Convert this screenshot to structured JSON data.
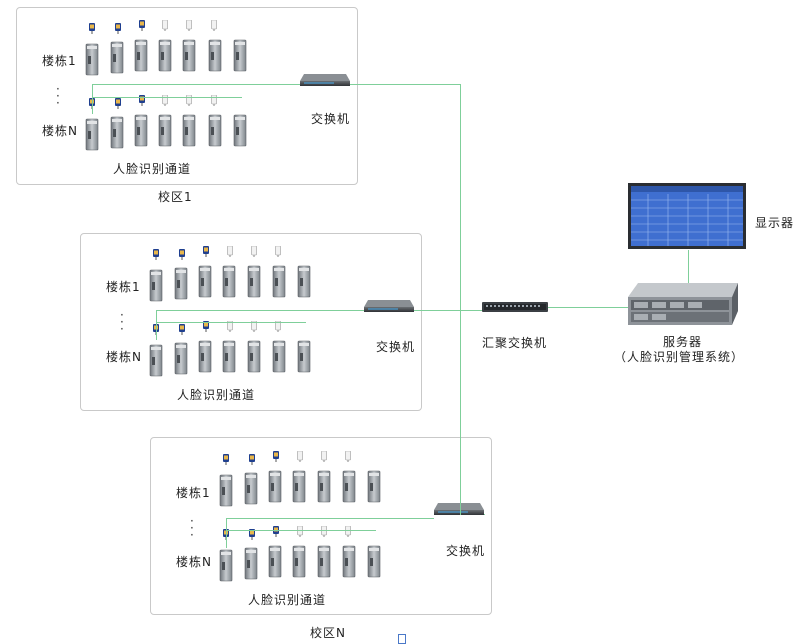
{
  "campuses": [
    {
      "building_first": "楼栋1",
      "building_last": "楼栋N",
      "dots": "· · ·",
      "switch_label": "交换机",
      "channel_label": "人脸识别通道",
      "campus_label": "校区1"
    },
    {
      "building_first": "楼栋1",
      "building_last": "楼栋N",
      "dots": "· · ·",
      "switch_label": "交换机",
      "channel_label": "人脸识别通道",
      "campus_label": ""
    },
    {
      "building_first": "楼栋1",
      "building_last": "楼栋N",
      "dots": "· · ·",
      "switch_label": "交换机",
      "channel_label": "人脸识别通道",
      "campus_label": "校区N"
    }
  ],
  "core_switch_label": "汇聚交换机",
  "server_label": "服务器",
  "server_sublabel": "（人脸识别管理系统）",
  "monitor_label": "显示器",
  "colors": {
    "wire": "#7fcf9a",
    "border": "#c9c9c9",
    "reader_head": "#1f3f8f",
    "gate_body": "#9aa0a6",
    "monitor_blue": "#3f6fd0"
  },
  "icons": [
    "face-reader-icon",
    "card-reader-icon",
    "turnstile-gate-icon",
    "network-switch-icon",
    "core-switch-icon",
    "server-icon",
    "monitor-icon"
  ]
}
